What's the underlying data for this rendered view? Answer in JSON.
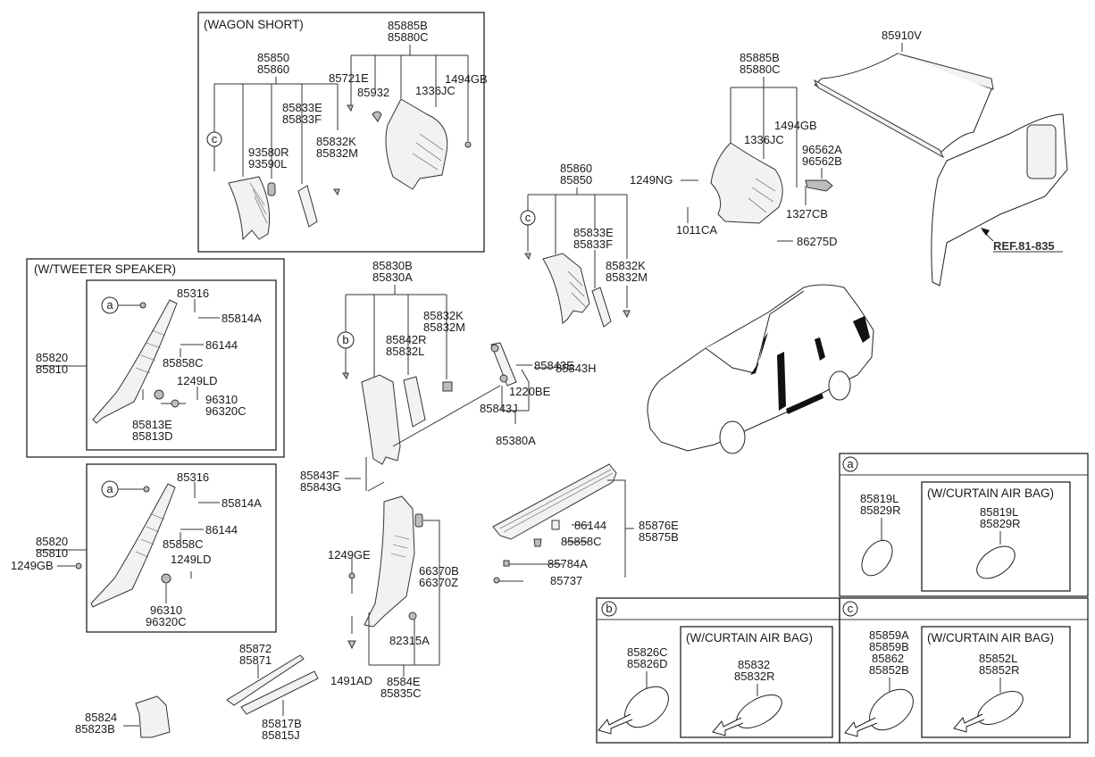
{
  "diagram": {
    "boxes": {
      "wagon_short": {
        "title": "(WAGON SHORT)",
        "labels": {
          "main_top": [
            "85885B",
            "85880C"
          ],
          "pillar": [
            "85850",
            "85860"
          ],
          "clip": "85721E",
          "grommet": "85932",
          "bolt": "1336JC",
          "nut": "1494GB",
          "callout": "c",
          "speaker_grille": [
            "93580R",
            "93590L"
          ],
          "garnish": [
            "85833E",
            "85833F"
          ],
          "fastener": [
            "85832K",
            "85832M"
          ]
        }
      },
      "tweeter_speaker": {
        "title": "(W/TWEETER SPEAKER)",
        "labels": {
          "callout": "a",
          "clip": "85316",
          "cap": "85814A",
          "pad": "86144",
          "clip2": "85858C",
          "pillar": [
            "85820",
            "85810"
          ],
          "screw": "1249LD",
          "tweeter": [
            "96310",
            "96320C"
          ],
          "bracket": [
            "85813E",
            "85813D"
          ]
        }
      },
      "pillar_a_std": {
        "labels": {
          "callout": "a",
          "clip": "85316",
          "cap": "85814A",
          "pad": "86144",
          "clip2": "85858C",
          "pillar": [
            "85820",
            "85810"
          ],
          "bolt": "1249GB",
          "screw": "1249LD",
          "tweeter": [
            "96310",
            "96320C"
          ]
        }
      }
    },
    "free_labels": {
      "rear_top": [
        "85885B",
        "85880C"
      ],
      "rear_nut": "1494GB",
      "rear_bolt": "1336JC",
      "rear_bracket": [
        "96562A",
        "96562B"
      ],
      "rear_ng": "1249NG",
      "rear_cb": "1327CB",
      "rear_ca": "1011CA",
      "rear_d": "86275D",
      "cover": "85910V",
      "ref": "REF.81-835",
      "c_pillar": [
        "85860",
        "85850"
      ],
      "c_callout": "c",
      "c_garnish": [
        "85833E",
        "85833F"
      ],
      "c_fastener": [
        "85832K",
        "85832M"
      ],
      "b_pillar": [
        "85830B",
        "85830A"
      ],
      "b_callout": "b",
      "b_grille": [
        "85842R",
        "85832L"
      ],
      "b_fastener": [
        "85832K",
        "85832M"
      ],
      "belt_e": "85843E",
      "belt_h": "85843H",
      "belt_be": "1220BE",
      "belt_j": "85843J",
      "belt_a": "85380A",
      "belt_fg": [
        "85843F",
        "85843G"
      ],
      "lower_ge": "1249GE",
      "lower_b": [
        "66370B",
        "66370Z"
      ],
      "lower_clip": "82315A",
      "lower_ad": "1491AD",
      "lower_main": [
        "8584E",
        "85835C"
      ],
      "sill_pad": "86144",
      "sill_clip": "85858C",
      "sill_main": [
        "85876E",
        "85875B"
      ],
      "sill_a": "85784A",
      "sill_737": "85737",
      "scuff": [
        "85872",
        "85871"
      ],
      "scuff2": [
        "85817B",
        "85815J"
      ],
      "kick": [
        "85824",
        "85823B"
      ]
    },
    "detail_panels": [
      {
        "callout": "a",
        "left_label": [
          "85819L",
          "85829R"
        ],
        "inner_title": "(W/CURTAIN AIR BAG)",
        "inner_label": [
          "85819L",
          "85829R"
        ]
      },
      {
        "callout": "b",
        "left_label": [
          "85826C",
          "85826D"
        ],
        "inner_title": "(W/CURTAIN AIR BAG)",
        "inner_label": [
          "85832",
          "85832R"
        ]
      },
      {
        "callout": "c",
        "left_label": [
          "85859A",
          "85859B",
          "85862",
          "85852B"
        ],
        "inner_title": "(W/CURTAIN AIR BAG)",
        "inner_label": [
          "85852L",
          "85852R"
        ]
      }
    ]
  }
}
